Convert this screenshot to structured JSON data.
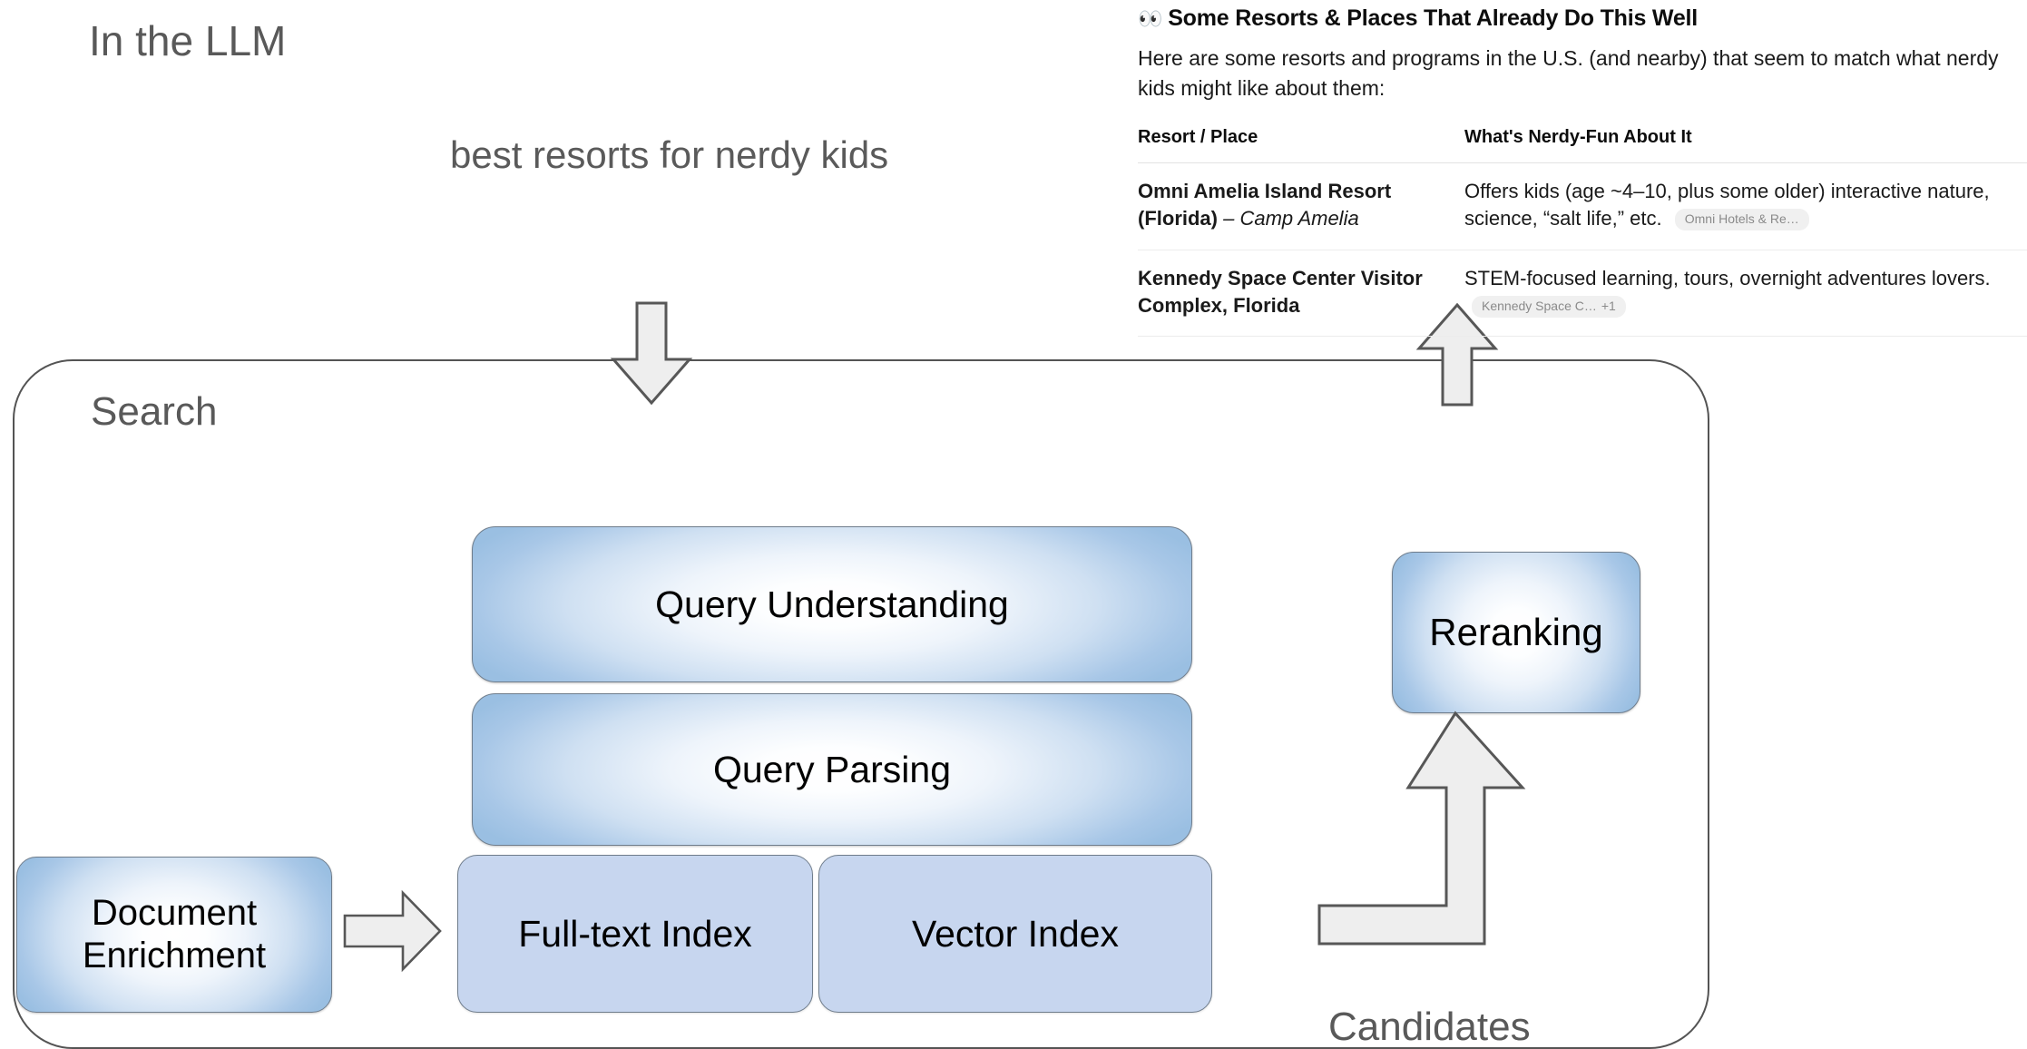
{
  "slide": {
    "llm_label": "In the LLM",
    "query_text": "best resorts for nerdy kids",
    "search_label": "Search",
    "candidates_label": "Candidates",
    "nodes": {
      "query_understanding": "Query Understanding",
      "query_parsing": "Query Parsing",
      "fulltext_index": "Full-text Index",
      "vector_index": "Vector Index",
      "document_enrichment": "Document\nEnrichment",
      "reranking": "Reranking"
    },
    "arrows": {
      "down_query": "down-arrow",
      "up_answer": "up-arrow",
      "right_enrich": "right-arrow",
      "elbow_rerank": "elbow-up-arrow"
    },
    "colors": {
      "node_gradient_edge": "#9abfe2",
      "node_flat_fill": "#c7d6ef",
      "node_border": "#6f7d8c",
      "container_border": "#545454",
      "arrow_fill": "#eeeeee",
      "arrow_stroke": "#575757",
      "label_text": "#595959"
    }
  },
  "answer_panel": {
    "heading_icon": "eyes-icon",
    "heading": "Some Resorts & Places That Already Do This Well",
    "intro": "Here are some resorts and programs in the U.S. (and nearby) that seem to match what nerdy kids might like about them:",
    "table": {
      "columns": [
        "Resort / Place",
        "What's Nerdy-Fun About It"
      ],
      "rows": [
        {
          "place_name": "Omni Amelia Island Resort (Florida)",
          "place_suffix": " – Camp Amelia",
          "detail": "Offers kids (age ~4–10, plus some older) interactive nature, science, “salt life,” etc.",
          "citation": "Omni Hotels & Re…",
          "citation_more": ""
        },
        {
          "place_name": "Kennedy Space Center Visitor Complex, Florida",
          "place_suffix": "",
          "detail": "STEM-focused learning, tours, overnight adventures lovers.",
          "citation": "Kennedy Space C…",
          "citation_more": "+1"
        }
      ]
    }
  }
}
